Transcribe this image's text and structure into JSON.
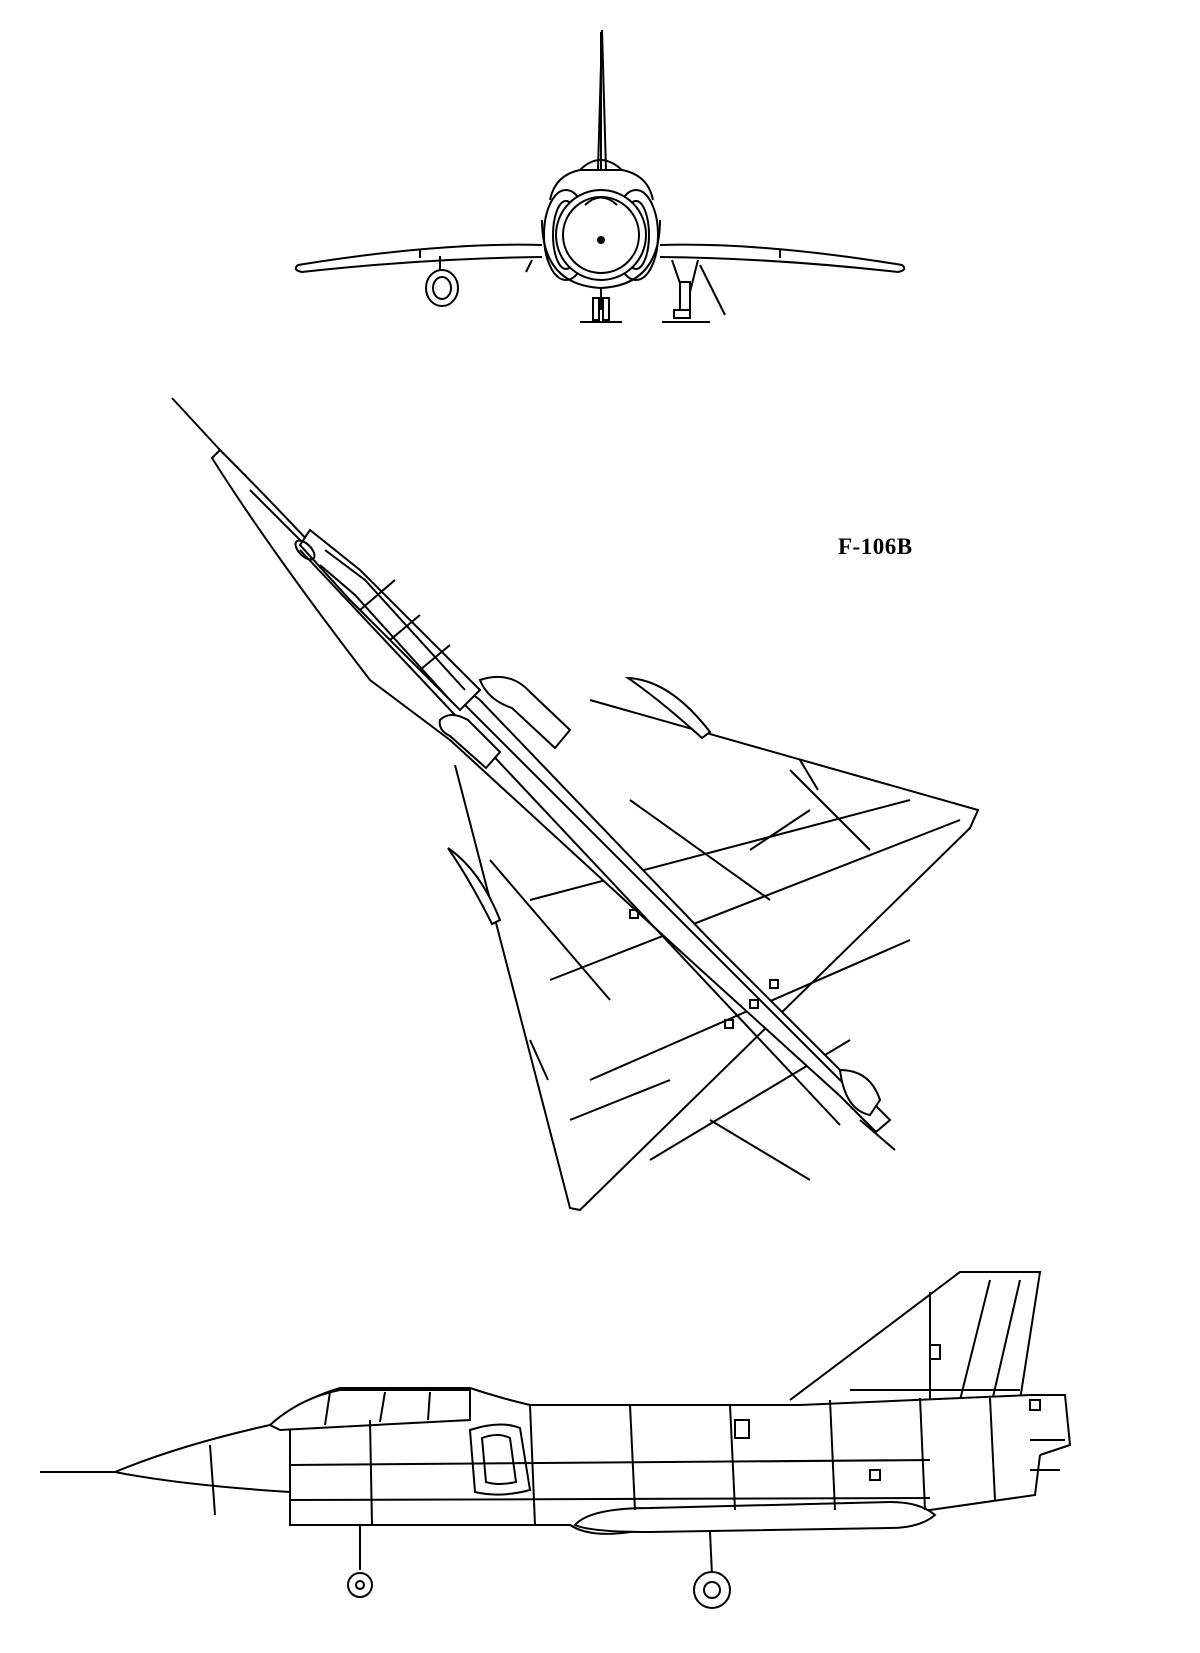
{
  "drawing": {
    "label": "F-106B",
    "views": [
      "front-view",
      "plan-view",
      "side-view"
    ],
    "line_color": "#000000",
    "background_color": "#ffffff"
  }
}
